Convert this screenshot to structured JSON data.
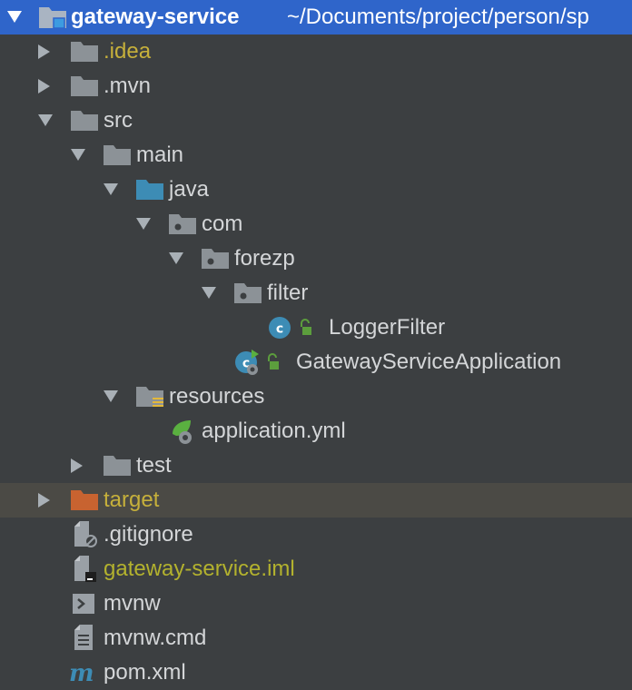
{
  "project": {
    "name": "gateway-service",
    "path": "~/Documents/project/person/sp"
  },
  "items": {
    "idea": ".idea",
    "mvn": ".mvn",
    "src": "src",
    "main": "main",
    "java": "java",
    "com": "com",
    "forezp": "forezp",
    "filter": "filter",
    "logger_filter": "LoggerFilter",
    "gateway_app": "GatewayServiceApplication",
    "resources": "resources",
    "application_yml": "application.yml",
    "test": "test",
    "target": "target",
    "gitignore": ".gitignore",
    "iml": "gateway-service.iml",
    "mvnw": "mvnw",
    "mvnw_cmd": "mvnw.cmd",
    "pom": "pom.xml"
  },
  "colors": {
    "background": "#3c3f41",
    "selection": "#2f65ca",
    "folder": "#8c9297",
    "source_folder": "#3d8cb5",
    "excluded_folder": "#c86330",
    "ignored_text": "#b3b22e"
  }
}
